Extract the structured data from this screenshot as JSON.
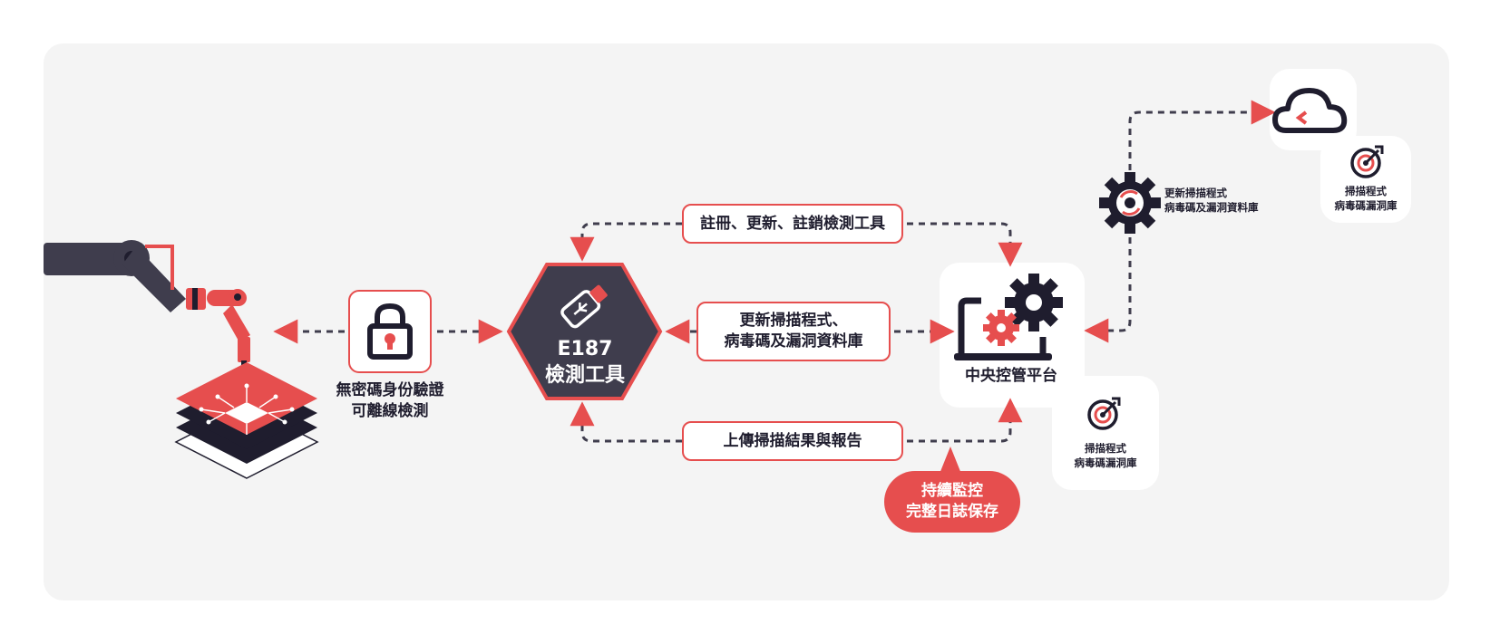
{
  "auth": {
    "line1": "無密碼身份驗證",
    "line2": "可離線檢測"
  },
  "tool": {
    "line1": "E187",
    "line2": "檢測工具"
  },
  "flows": {
    "register": "註冊、更新、註銷檢測工具",
    "update_line1": "更新掃描程式、",
    "update_line2": "病毒碼及漏洞資料庫",
    "upload": "上傳掃描結果與報告"
  },
  "platform": {
    "label": "中央控管平台"
  },
  "monitor": {
    "line1": "持續監控",
    "line2": "完整日誌保存"
  },
  "cloud_update": {
    "line1": "更新掃描程式",
    "line2": "病毒碼及漏洞資料庫"
  },
  "cloud_scan": {
    "line1": "掃描程式",
    "line2": "病毒碼漏洞庫"
  },
  "platform_scan": {
    "line1": "掃描程式",
    "line2": "病毒碼漏洞庫"
  },
  "colors": {
    "accent": "#e64e4e",
    "navy": "#1f1d2e",
    "panel": "#f4f4f4"
  }
}
